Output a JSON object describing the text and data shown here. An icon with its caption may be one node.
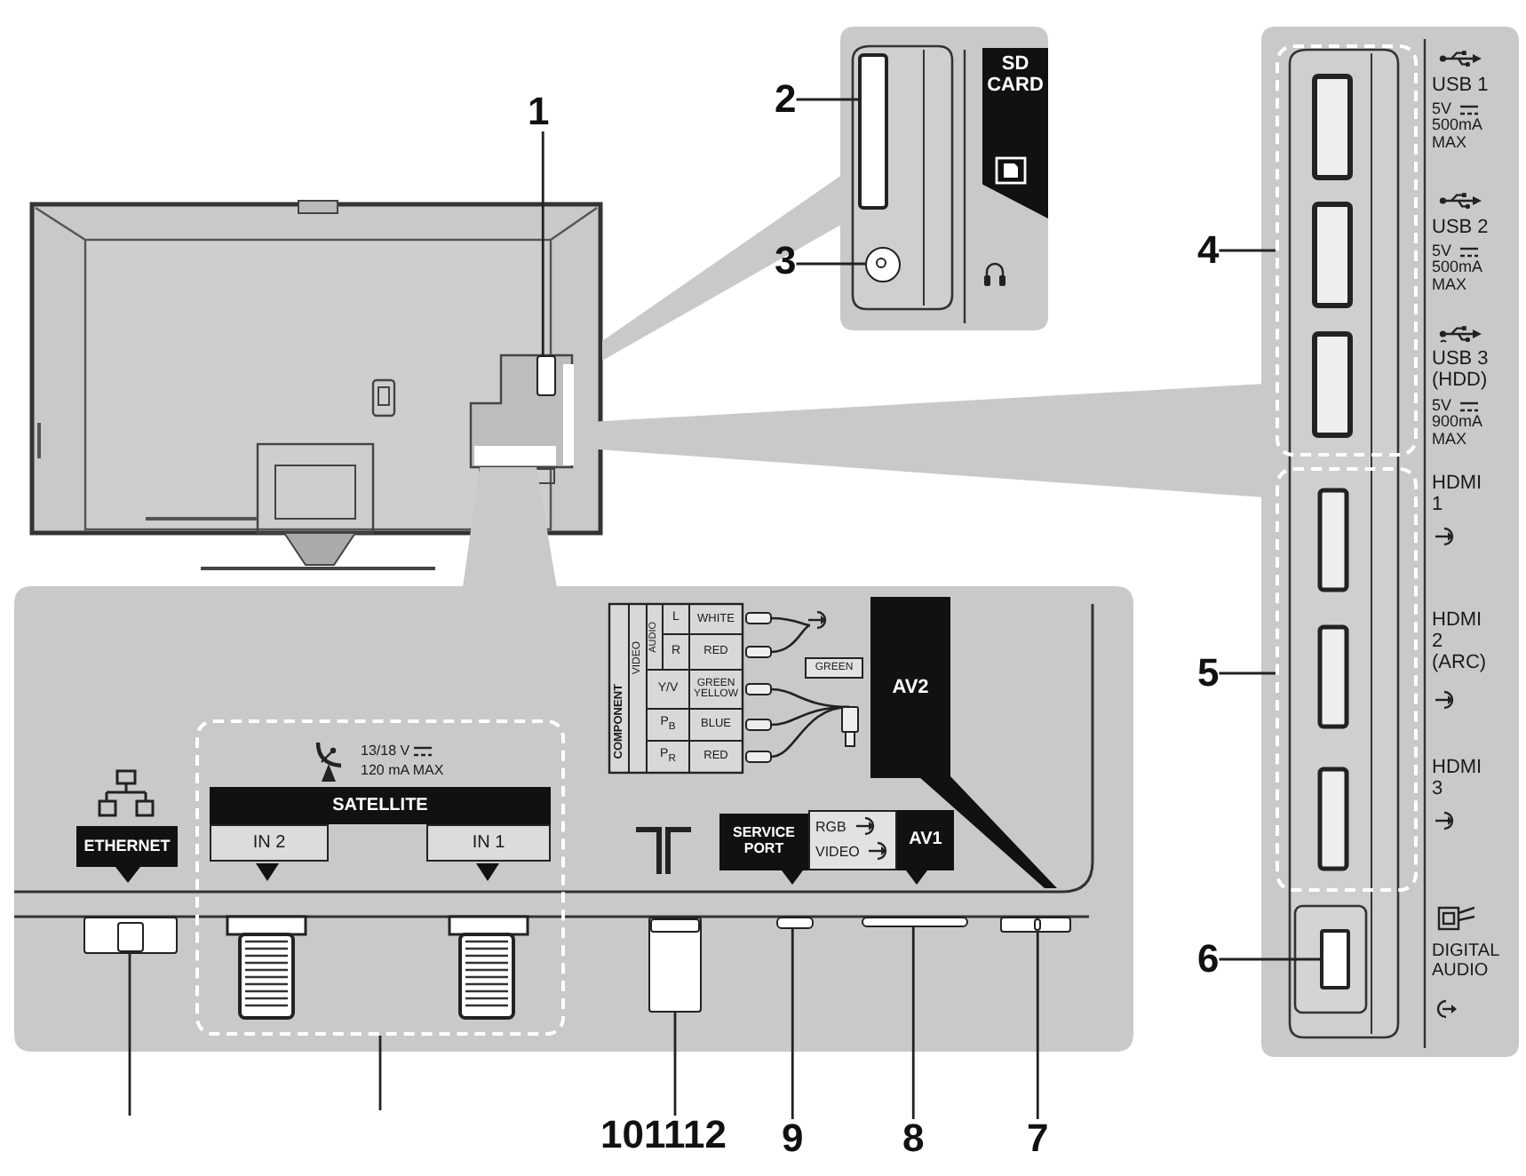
{
  "diagram": {
    "nodes": [
      {
        "text": [
          "1"
        ]
      },
      {
        "text": [],
        "shape": "box"
      },
      {
        "text": [
          "2"
        ]
      },
      {
        "text": [],
        "shape": "bar"
      },
      {
        "text": [
          "3"
        ]
      },
      {
        "text": [],
        "shape": "circle"
      },
      {
        "text": [
          "4"
        ]
      },
      {
        "text": [],
        "shape": "box"
      },
      {
        "text": [
          "5"
        ]
      },
      {
        "text": [],
        "shape": "box"
      },
      {
        "text": [
          "6"
        ]
      },
      {
        "text": [],
        "shape": "box"
      },
      {
        "text": [],
        "shape": "box"
      },
      {
        "text": [],
        "shape": "box"
      },
      {
        "text": [],
        "shape": "box"
      },
      {
        "text": [],
        "shape": "bar"
      },
      {
        "text": [],
        "shape": "bar"
      },
      {
        "text": [],
        "shape": "box"
      },
      {
        "text": [
          "101112"
        ]
      },
      {
        "text": [
          "9"
        ]
      },
      {
        "text": [
          "8"
        ]
      },
      {
        "text": [
          "7"
        ]
      }
    ],
    "edges": [
      {
        "from": 0,
        "to": 1,
        "arrow": "none"
      },
      {
        "from": 2,
        "to": 3,
        "arrow": "none"
      },
      {
        "from": 4,
        "to": 5,
        "arrow": "none"
      },
      {
        "from": 6,
        "to": 7,
        "arrow": "none"
      },
      {
        "from": 8,
        "to": 9,
        "arrow": "none"
      },
      {
        "from": 10,
        "to": 11,
        "arrow": "none"
      },
      {
        "from": null,
        "to": 12,
        "arrow": "none"
      },
      {
        "from": null,
        "to": 13,
        "arrow": "none"
      },
      {
        "from": 18,
        "to": 14,
        "arrow": "none"
      },
      {
        "from": 19,
        "to": 15,
        "arrow": "none"
      },
      {
        "from": 20,
        "to": 16,
        "arrow": "none"
      },
      {
        "from": 21,
        "to": 17,
        "arrow": "none"
      }
    ],
    "labels": [
      "SD CARD",
      "USB 1",
      "5V",
      "500mA MAX",
      "USB 2",
      "5V",
      "500mA MAX",
      "USB 3 (HDD)",
      "5V",
      "900mA MAX",
      "HDMI 1",
      "HDMI 2 (ARC)",
      "HDMI 3",
      "DIGITAL AUDIO",
      "13/18 V",
      "120 mA MAX",
      "COMPONENT",
      "VIDEO",
      "AUDIO",
      "L",
      "WHITE",
      "R",
      "RED",
      "Y/V",
      "GREEN YELLOW",
      "P$_{B}$",
      "BLUE",
      "P$_{R}$",
      "RED",
      "GREEN",
      "AV2",
      "SATELLITE",
      "ETHERNET",
      "IN 2",
      "IN 1",
      "SERVICE PORT",
      "RGB",
      "VIDEO",
      "AV1"
    ]
  }
}
